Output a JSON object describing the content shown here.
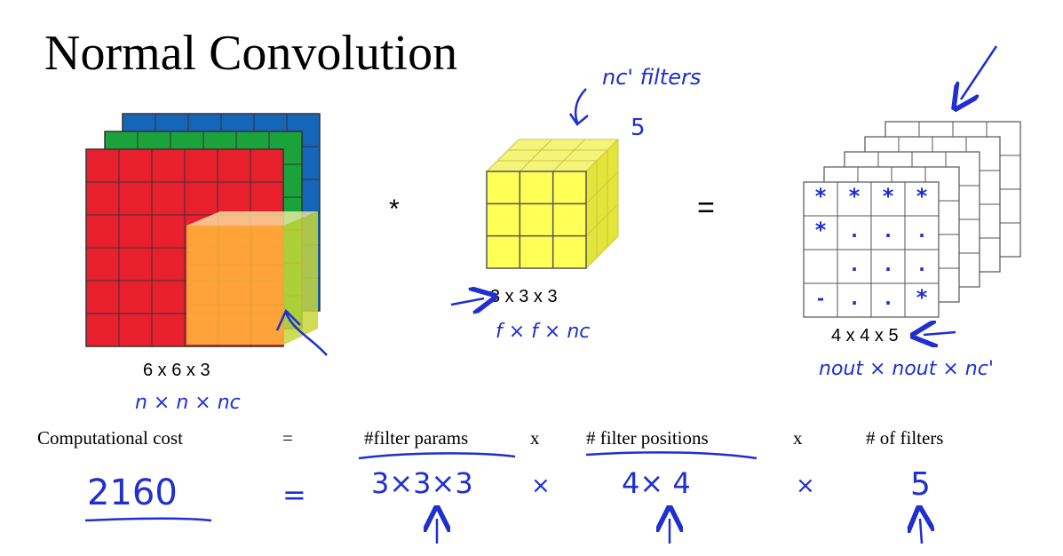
{
  "title": "Normal Convolution",
  "operators": {
    "conv": "*",
    "equals": "="
  },
  "input": {
    "dims_label": "6 x 6 x 3",
    "symbolic_label": "n × n × nc",
    "colors": {
      "red": "#e8202e",
      "green": "#1aa33b",
      "blue": "#1565b8",
      "overlay": "#ffb13a"
    }
  },
  "filter": {
    "dims_label": "3 x 3 x 3",
    "symbolic_label": "f × f × nc",
    "count_annotation": "nc' filters",
    "count_value": "5",
    "colors": {
      "face": "#ffff55",
      "side": "#e4e43a"
    }
  },
  "output": {
    "dims_label": "4 x 4 x 5",
    "symbolic_label": "nout × nout × nc'",
    "grid_marks": [
      [
        "*",
        "*",
        "*",
        "*"
      ],
      [
        "*",
        ".",
        ".",
        "."
      ],
      [
        "",
        ".",
        ".",
        "."
      ],
      [
        "-",
        ".",
        ".",
        "*"
      ]
    ]
  },
  "cost_row": {
    "computational_cost": "Computational cost",
    "eq": "=",
    "filter_params": "#filter params",
    "times1": "x",
    "filter_positions": "# filter positions",
    "times2": "x",
    "num_filters": "# of filters"
  },
  "handwritten_row": {
    "total": "2160",
    "eq": "=",
    "params_value": "3×3×3",
    "times1": "×",
    "positions_value": "4× 4",
    "times2": "×",
    "filters_value": "5"
  },
  "ink_color": "#1f2fd0"
}
